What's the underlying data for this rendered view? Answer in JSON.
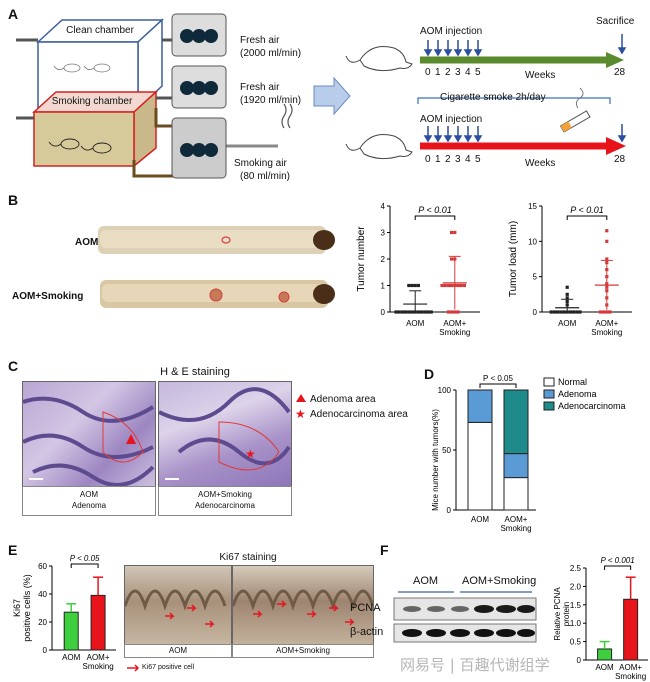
{
  "panel_labels": {
    "a": "A",
    "b": "B",
    "c": "C",
    "d": "D",
    "e": "E",
    "f": "F"
  },
  "panelA": {
    "clean_chamber": "Clean chamber",
    "smoking_chamber": "Smoking chamber",
    "fresh_air_1": "Fresh air",
    "flow_1": "(2000 ml/min)",
    "fresh_air_2": "Fresh air",
    "flow_2": "(1920 ml/min)",
    "smoking_air": "Smoking air",
    "flow_3": "(80 ml/min)",
    "timeline1": {
      "aom": "AOM injection",
      "ticks": [
        "0",
        "1",
        "2",
        "3",
        "4",
        "5"
      ],
      "weeks": "Weeks",
      "end": "28",
      "sacrifice": "Sacrifice",
      "color": "#5a8a2e"
    },
    "timeline2": {
      "smoke": "Cigarette smoke 2h/day",
      "aom": "AOM injection",
      "ticks": [
        "0",
        "1",
        "2",
        "3",
        "4",
        "5"
      ],
      "weeks": "Weeks",
      "end": "28",
      "color": "#e8141c"
    }
  },
  "panelB": {
    "row1": "AOM",
    "row2": "AOM+Smoking",
    "chart_data": [
      {
        "type": "scatter",
        "ylabel": "Tumor number",
        "ylim": [
          0,
          4
        ],
        "yticks": [
          "0",
          "1",
          "2",
          "3",
          "4"
        ],
        "categories": [
          "AOM",
          "AOM+\nSmoking"
        ],
        "pvalue": "P < 0.01",
        "series": [
          {
            "values": [
              0,
              0,
              0,
              0,
              0,
              0,
              0,
              0,
              0,
              0,
              0,
              0,
              1,
              1,
              1,
              1
            ],
            "mean": 0.3,
            "sd": 0.5,
            "color": "#222222"
          },
          {
            "values": [
              0,
              0,
              0,
              0,
              1,
              1,
              1,
              1,
              1,
              1,
              1,
              1,
              2,
              2,
              3,
              3
            ],
            "mean": 1.1,
            "sd": 1.0,
            "color": "#d43a3a"
          }
        ]
      },
      {
        "type": "scatter",
        "ylabel": "Tumor load (mm)",
        "ylim": [
          0,
          15
        ],
        "yticks": [
          "0",
          "5",
          "10",
          "15"
        ],
        "categories": [
          "AOM",
          "AOM+\nSmoking"
        ],
        "pvalue": "P < 0.01",
        "series": [
          {
            "values": [
              0,
              0,
              0,
              0,
              0,
              0,
              0,
              0,
              0,
              0,
              1,
              1.5,
              2,
              2.5,
              3.5
            ],
            "mean": 0.6,
            "sd": 1.2,
            "color": "#222222"
          },
          {
            "values": [
              0,
              0,
              0,
              0,
              1,
              2,
              3,
              3.5,
              4,
              5,
              6,
              7,
              7.5,
              10,
              11.5
            ],
            "mean": 3.8,
            "sd": 3.5,
            "color": "#d43a3a"
          }
        ]
      }
    ]
  },
  "panelC": {
    "title": "H & E staining",
    "legend1": "Adenoma area",
    "legend2": "Adenocarcinoma area",
    "cap1a": "AOM",
    "cap1b": "Adenoma",
    "cap2a": "AOM+Smoking",
    "cap2b": "Adenocarcinoma"
  },
  "panelD": {
    "chart_data": {
      "type": "bar",
      "stacked": true,
      "ylabel": "Mice number with tumors(%)",
      "ylim": [
        0,
        100
      ],
      "yticks": [
        "0",
        "50",
        "100"
      ],
      "categories": [
        "AOM",
        "AOM+\nSmoking"
      ],
      "pvalue": "P < 0.05",
      "series": [
        {
          "name": "Normal",
          "values": [
            73,
            27
          ],
          "color": "#ffffff"
        },
        {
          "name": "Adenoma",
          "values": [
            27,
            20
          ],
          "color": "#5b9bd5"
        },
        {
          "name": "Adenocarcinoma",
          "values": [
            0,
            53
          ],
          "color": "#1f8a8a"
        }
      ]
    }
  },
  "panelE": {
    "chart_data": {
      "type": "bar",
      "ylabel": "Ki67\npositive cells (%)",
      "ylim": [
        0,
        60
      ],
      "yticks": [
        "0",
        "20",
        "40",
        "60"
      ],
      "categories": [
        "AOM",
        "AOM+\nSmoking"
      ],
      "pvalue": "P < 0.05",
      "series": [
        {
          "values": [
            27,
            39
          ],
          "errors": [
            6,
            13
          ],
          "colors": [
            "#3ecf3e",
            "#e8141c"
          ]
        }
      ]
    },
    "stain_title": "Ki67 staining",
    "cap1": "AOM",
    "cap2": "AOM+Smoking",
    "legend": "Ki67 positive cell"
  },
  "panelF": {
    "group1": "AOM",
    "group2": "AOM+Smoking",
    "row1": "PCNA",
    "row2": "β-actin",
    "chart_data": {
      "type": "bar",
      "ylabel": "Relative PCNA\nprotein",
      "ylim": [
        0,
        2.5
      ],
      "yticks": [
        "0",
        "0.5",
        "1.0",
        "1.5",
        "2.0",
        "2.5"
      ],
      "categories": [
        "AOM",
        "AOM+\nSmoking"
      ],
      "pvalue": "P < 0.001",
      "series": [
        {
          "values": [
            0.3,
            1.65
          ],
          "errors": [
            0.2,
            0.6
          ],
          "colors": [
            "#3ecf3e",
            "#e8141c"
          ]
        }
      ]
    },
    "watermark": "网易号 | 百趣代谢组学"
  }
}
